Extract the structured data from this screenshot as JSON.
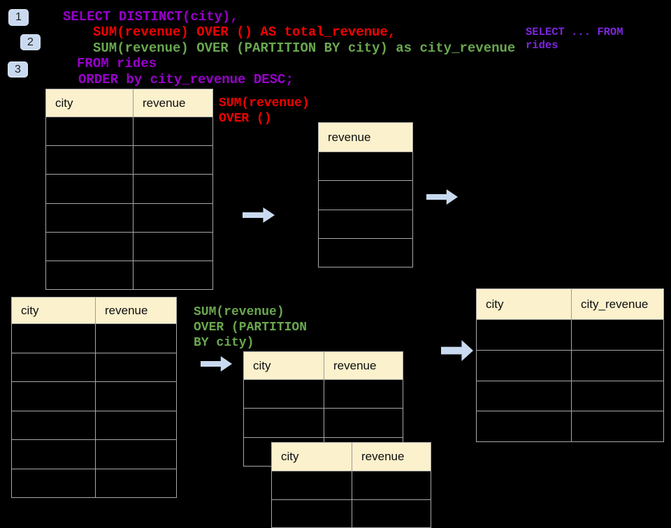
{
  "colors": {
    "background": "#000000",
    "sql_purple": "#9900CC",
    "sql_red": "#F50000",
    "sql_green": "#6AA84F",
    "note_purple": "#7E26E0",
    "badge_blue": "#C9DAF0",
    "arrow_blue": "#C9DAF0",
    "table_header_bg": "#FCF1CD",
    "table_border": "#A8A8A8"
  },
  "step_badges": {
    "step1": "1",
    "step2": "2",
    "step3": "3"
  },
  "sql_query": {
    "line1": "SELECT DISTINCT(city),",
    "line2": "SUM(revenue) OVER () AS total_revenue,",
    "line3": "SUM(revenue) OVER (PARTITION BY city) as city_revenue",
    "line4": "FROM rides",
    "line5": "ORDER by city_revenue DESC;"
  },
  "side_note": {
    "line1": "SELECT ... FROM",
    "line2": "rides"
  },
  "annotations": {
    "total_window": {
      "line1": "SUM(revenue)",
      "line2": "OVER ()"
    },
    "partition_window": {
      "line1": "SUM(revenue)",
      "line2": "OVER (PARTITION",
      "line3": "BY city)"
    }
  },
  "tables": {
    "source_full": {
      "col1": "city",
      "col2": "revenue",
      "row_count": 6
    },
    "total_result": {
      "col1": "revenue",
      "row_count": 4
    },
    "source_partition": {
      "col1": "city",
      "col2": "revenue",
      "row_count": 6
    },
    "partition_group_back": {
      "col1": "city",
      "col2": "revenue",
      "row_count": 3
    },
    "partition_group_front": {
      "col1": "city",
      "col2": "revenue",
      "row_count": 2
    },
    "city_revenue_result": {
      "col1": "city",
      "col2": "city_revenue",
      "row_count": 4
    }
  }
}
